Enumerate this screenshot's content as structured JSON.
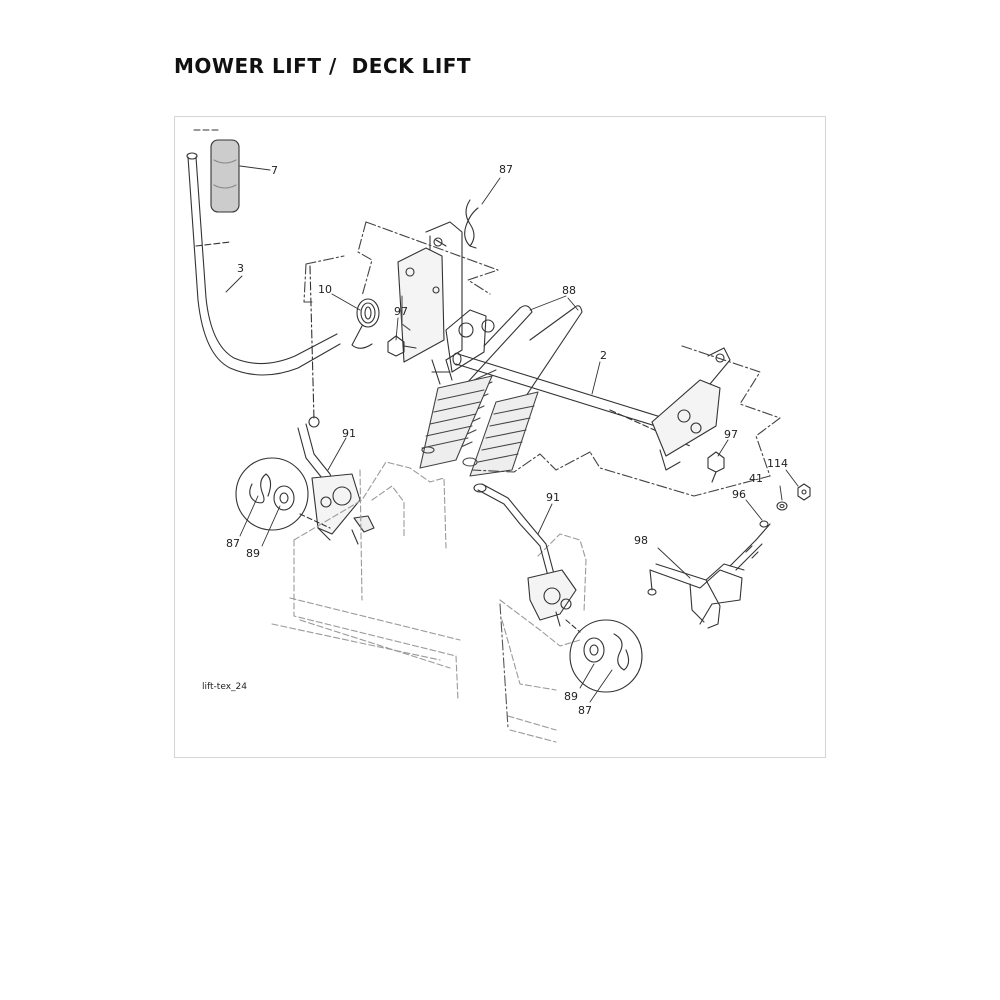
{
  "page": {
    "title": "MOWER LIFT /  DECK LIFT"
  },
  "diagram": {
    "figure_code": "lift-tex_24",
    "callouts": {
      "handle_grip": "7",
      "lift_handle": "3",
      "hair_pin_top": "87",
      "torsion_spring": "10",
      "bolt_left": "97",
      "extension_springs": "88",
      "lift_shaft": "2",
      "bolt_right": "97",
      "nut_114": "114",
      "washer_41": "41",
      "washer_96": "96",
      "lift_link_left": "91",
      "hair_pin_left": "87",
      "washer_left": "89",
      "lift_link_right": "91",
      "deck_hanger": "98",
      "washer_right": "89",
      "hair_pin_right": "87"
    }
  }
}
